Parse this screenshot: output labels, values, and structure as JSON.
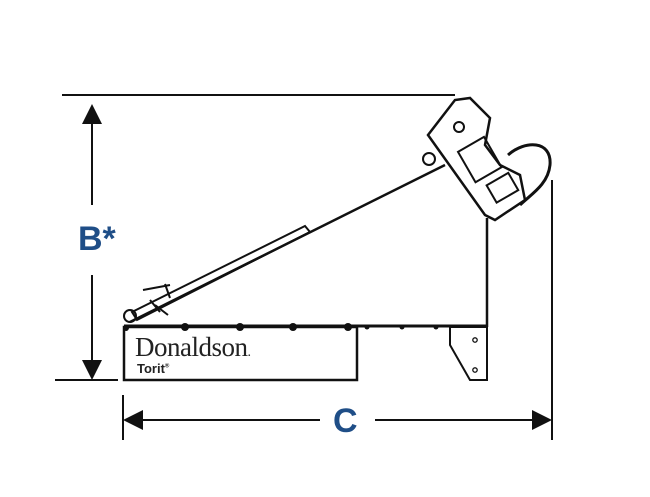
{
  "dimensions": {
    "height_label": "B*",
    "width_label": "C"
  },
  "logo": {
    "brand": "Donaldson",
    "brand_mark": ".",
    "sub_brand": "Torit",
    "sub_mark": "®"
  },
  "colors": {
    "dimension_label": "#1f4e87",
    "line": "#111111"
  }
}
